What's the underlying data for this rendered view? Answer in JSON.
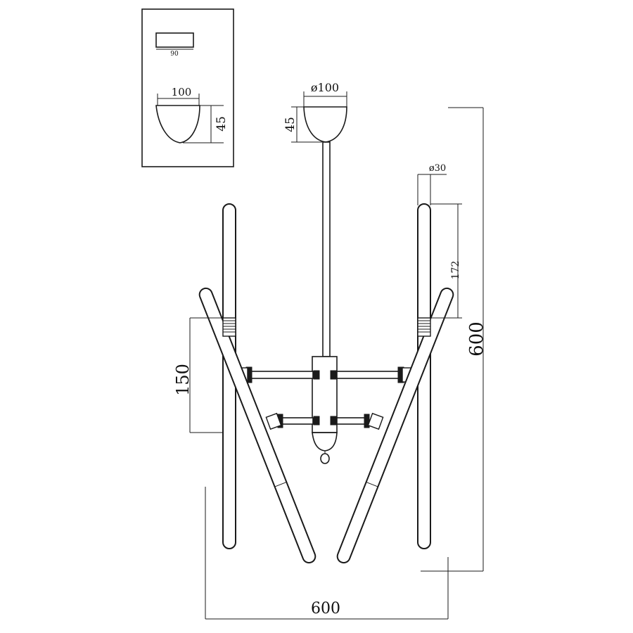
{
  "drawing": {
    "line_color": "#1a1a1a",
    "background": "#ffffff",
    "inset": {
      "small_dim": "90",
      "canopy_width": "100",
      "canopy_height": "45"
    },
    "main": {
      "canopy_diameter": "ø100",
      "canopy_height": "45",
      "tube_diameter": "ø30",
      "tube_segment": "172",
      "arm_drop": "150",
      "total_height": "600",
      "total_width": "600"
    }
  }
}
